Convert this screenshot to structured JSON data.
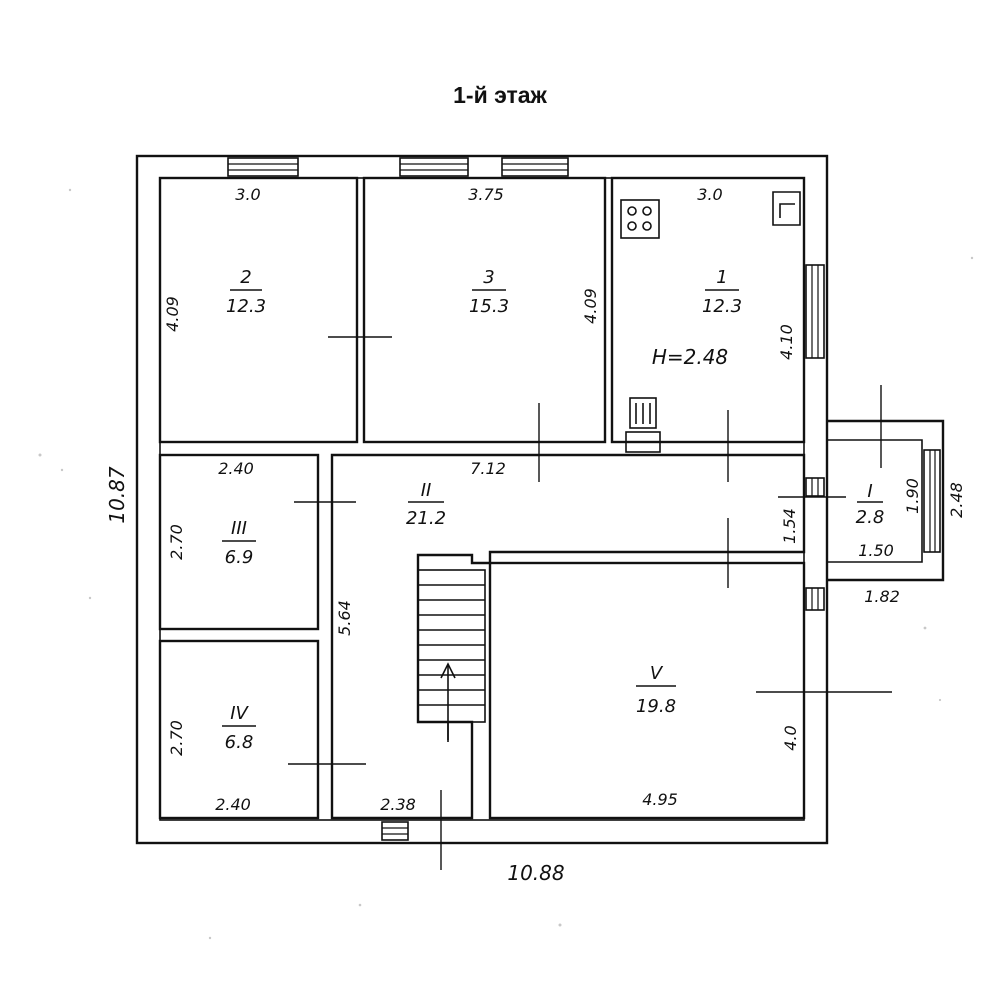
{
  "title": "1-й этаж",
  "rooms": [
    {
      "id": "room-2",
      "number": "2",
      "area": "12.3"
    },
    {
      "id": "room-3",
      "number": "3",
      "area": "15.3"
    },
    {
      "id": "room-1",
      "number": "1",
      "area": "12.3"
    },
    {
      "id": "room-II",
      "number": "II",
      "area": "21.2"
    },
    {
      "id": "room-III",
      "number": "III",
      "area": "6.9"
    },
    {
      "id": "room-IV",
      "number": "IV",
      "area": "6.8"
    },
    {
      "id": "room-V",
      "number": "V",
      "area": "19.8"
    },
    {
      "id": "room-I",
      "number": "I",
      "area": "2.8"
    }
  ],
  "ceiling_height": "H=2.48",
  "dimensions": {
    "room2_width": "3.0",
    "room2_length": "4.09",
    "room3_width": "3.75",
    "room3_length": "4.09",
    "room1_width": "3.0",
    "room1_length": "4.10",
    "roomIII_width": "2.40",
    "roomIII_length": "2.70",
    "hall_width": "7.12",
    "hall_length": "5.64",
    "hall_depth": "1.54",
    "roomIV_length": "2.70",
    "roomIV_width": "2.40",
    "hall_bottom": "2.38",
    "roomV_width": "4.95",
    "roomV_length": "4.0",
    "porch_length": "1.90",
    "porch_width": "1.50",
    "porch_outer_length": "2.48",
    "porch_outer_width": "1.82",
    "total_height": "10.87",
    "total_width": "10.88"
  }
}
